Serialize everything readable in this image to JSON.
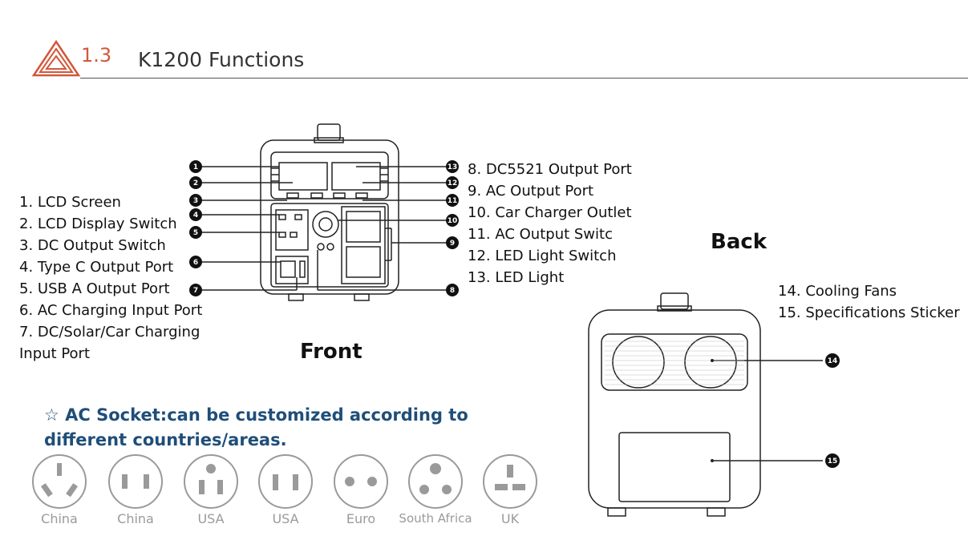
{
  "header": {
    "section_number": "1.3",
    "title": "K1200 Functions"
  },
  "front": {
    "label": "Front",
    "callouts": [
      "1",
      "2",
      "3",
      "4",
      "5",
      "6",
      "7",
      "13",
      "12",
      "11",
      "10",
      "9",
      "8"
    ],
    "items": [
      "1. LCD Screen",
      "2. LCD Display Switch",
      "3. DC Output Switch",
      "4. Type C Output Port",
      "5. USB A Output Port",
      "6. AC Charging Input Port",
      "7. DC/Solar/Car Charging",
      "Input Port"
    ],
    "items_right": [
      "8. DC5521 Output Port",
      "9. AC Output Port",
      "10. Car Charger Outlet",
      "11. AC Output Switc",
      "12. LED Light Switch",
      "13. LED Light"
    ]
  },
  "back": {
    "label": "Back",
    "callouts": [
      "14",
      "15"
    ],
    "items": [
      "14. Cooling Fans",
      "15. Specifications Sticker"
    ]
  },
  "note": {
    "star": "☆",
    "text": "AC Socket:can be customized according to different countries/areas."
  },
  "plugs": [
    {
      "label": "China",
      "icon": "china-socket-icon"
    },
    {
      "label": "China",
      "icon": "china-socket-icon"
    },
    {
      "label": "USA",
      "icon": "usa-socket-icon"
    },
    {
      "label": "USA",
      "icon": "usa-socket-icon"
    },
    {
      "label": "Euro",
      "icon": "euro-socket-icon"
    },
    {
      "label": "South Africa",
      "icon": "south-africa-socket-icon"
    },
    {
      "label": "UK",
      "icon": "uk-socket-icon"
    }
  ],
  "colors": {
    "accent": "#d2573b",
    "note": "#1f4e79",
    "plug_gray": "#9a9a9a"
  }
}
